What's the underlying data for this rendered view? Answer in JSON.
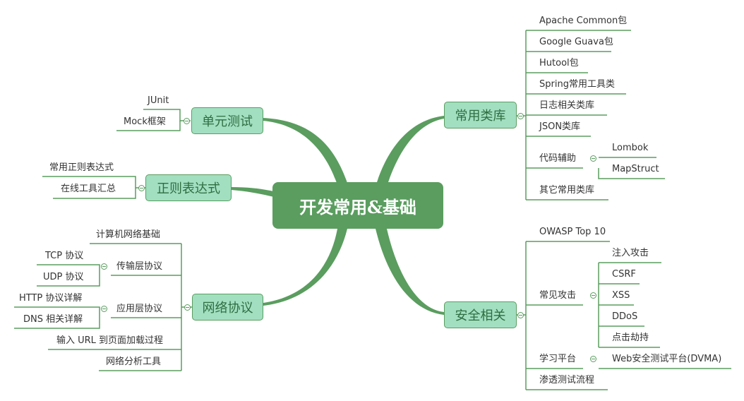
{
  "central": "开发常用&基础",
  "topics": {
    "unit_test": "单元测试",
    "regex": "正则表达式",
    "network": "网络协议",
    "libs": "常用类库",
    "security": "安全相关"
  },
  "unit_test_items": [
    "JUnit",
    "Mock框架"
  ],
  "regex_items": [
    "常用正则表达式",
    "在线工具汇总"
  ],
  "network_items": {
    "basics": "计算机网络基础",
    "transport": "传输层协议",
    "transport_children": [
      "TCP 协议",
      "UDP 协议"
    ],
    "application": "应用层协议",
    "application_children": [
      "HTTP 协议详解",
      "DNS 相关详解"
    ],
    "url_process": "输入 URL 到页面加载过程",
    "tools": "网络分析工具"
  },
  "libs_items": {
    "apache": "Apache Common包",
    "guava": "Google Guava包",
    "hutool": "Hutool包",
    "spring": "Spring常用工具类",
    "log": "日志相关类库",
    "json": "JSON类库",
    "code_assist": "代码辅助",
    "code_assist_children": [
      "Lombok",
      "MapStruct"
    ],
    "others": "其它常用类库"
  },
  "security_items": {
    "owasp": "OWASP Top 10",
    "attacks": "常见攻击",
    "attacks_children": [
      "注入攻击",
      "CSRF",
      "XSS",
      "DDoS",
      "点击劫持"
    ],
    "learning": "学习平台",
    "learning_children": [
      "Web安全测试平台(DVMA)"
    ],
    "pentest": "渗透测试流程"
  },
  "colors": {
    "line": "#5a9d5f",
    "central_bg": "#5a9d5f",
    "topic_bg": "#a2dfc1",
    "topic_text": "#2f6e41"
  }
}
